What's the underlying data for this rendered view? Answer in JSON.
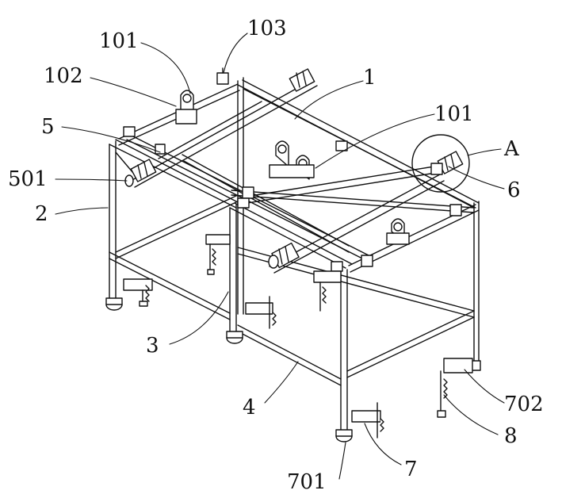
{
  "figure": {
    "colors": {
      "line": "#111111",
      "fill": "#ffffff",
      "shade": "#e6e6e6"
    },
    "labels": {
      "l101a": "101",
      "l103": "103",
      "l102": "102",
      "l1": "1",
      "l101b": "101",
      "l5": "5",
      "lA": "A",
      "l501": "501",
      "l6": "6",
      "l2": "2",
      "l3": "3",
      "l4": "4",
      "l702": "702",
      "l8": "8",
      "l701": "701",
      "l7": "7"
    }
  }
}
